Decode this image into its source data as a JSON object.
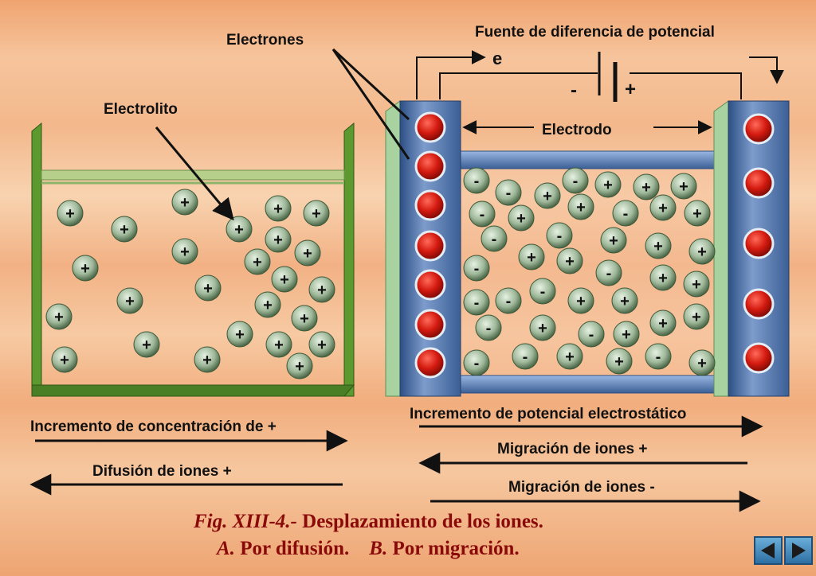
{
  "labels": {
    "electrones": "Electrones",
    "electrolito": "Electrolito",
    "fuente": "Fuente de diferencia de potencial",
    "e": "e",
    "minus": "-",
    "plus": "+",
    "electrodo": "Electrodo",
    "incremento_concentracion": "Incremento de concentración de +",
    "difusion": "Difusión de iones +",
    "incremento_potencial": "Incremento de potencial electrostático",
    "migracion_pos": "Migración de iones +",
    "migracion_neg": "Migración de iones -"
  },
  "caption": {
    "fig": "Fig. XIII-4.-",
    "title": " Desplazamiento de los iones.",
    "a": "A.",
    "a_text": " Por difusión.",
    "b": "B.",
    "b_text": " Por migración."
  },
  "ion_symbols": {
    "cation": "+",
    "anion": "-"
  },
  "colors": {
    "tank_a": "#4f8b2b",
    "electrode": "#5a7fb5",
    "electron": "#d41a10",
    "caption": "#8a0a0a"
  },
  "nav": {
    "prev_icon": "triangle-left-icon",
    "next_icon": "triangle-right-icon"
  }
}
